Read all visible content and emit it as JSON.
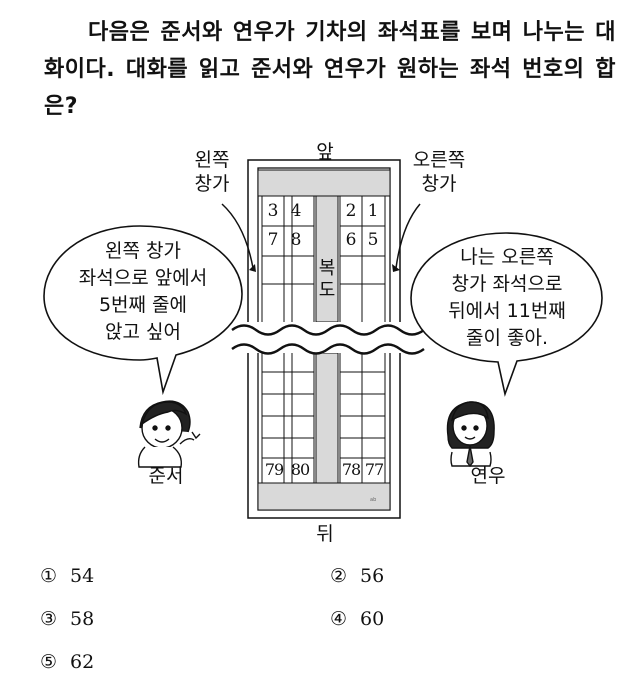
{
  "question": {
    "text": "다음은 준서와 연우가 기차의 좌석표를 보며 나누는 대화이다. 대화를 읽고 준서와 연우가 원하는 좌석 번호의 합은?"
  },
  "figure": {
    "front_label": "앞",
    "back_label": "뒤",
    "left_window_label": [
      "왼쪽",
      "창가"
    ],
    "right_window_label": [
      "오른쪽",
      "창가"
    ],
    "aisle_label": [
      "복",
      "도"
    ],
    "seats_top": [
      [
        "3",
        "4",
        "2",
        "1"
      ],
      [
        "7",
        "8",
        "6",
        "5"
      ]
    ],
    "seats_bottom": [
      "79",
      "80",
      "78",
      "77"
    ],
    "junseo": {
      "name": "준서",
      "speech": [
        "왼쪽 창가",
        "좌석으로 앞에서",
        "5번째 줄에",
        "앉고 싶어"
      ]
    },
    "yeonwoo": {
      "name": "연우",
      "speech": [
        "나는 오른쪽",
        "창가 좌석으로",
        "뒤에서 11번째",
        "줄이 좋아."
      ]
    }
  },
  "choices": [
    {
      "num": "①",
      "value": "54"
    },
    {
      "num": "②",
      "value": "56"
    },
    {
      "num": "③",
      "value": "58"
    },
    {
      "num": "④",
      "value": "60"
    },
    {
      "num": "⑤",
      "value": "62"
    }
  ]
}
